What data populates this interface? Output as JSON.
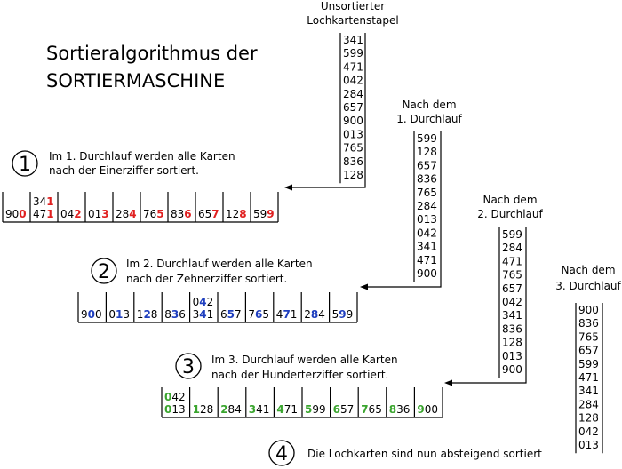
{
  "title": {
    "line1": "Sortieralgorithmus der",
    "line2": "SORTIERMASCHINE"
  },
  "colors": {
    "ones_digit": "#e02020",
    "tens_digit": "#1f3fbf",
    "hundreds_digit": "#3aa52e",
    "line": "#000000"
  },
  "stacks": [
    {
      "header": [
        "Unsortierter",
        "Lochkartenstapel"
      ],
      "cards": [
        "341",
        "599",
        "471",
        "042",
        "284",
        "657",
        "900",
        "013",
        "765",
        "836",
        "128"
      ]
    },
    {
      "header": [
        "Nach dem",
        "1. Durchlauf"
      ],
      "cards": [
        "599",
        "128",
        "657",
        "836",
        "765",
        "284",
        "013",
        "042",
        "341",
        "471",
        "900"
      ]
    },
    {
      "header": [
        "Nach dem",
        "2. Durchlauf"
      ],
      "cards": [
        "599",
        "284",
        "471",
        "765",
        "657",
        "042",
        "341",
        "836",
        "128",
        "013",
        "900"
      ]
    },
    {
      "header": [
        "Nach dem",
        "3. Durchlauf"
      ],
      "cards": [
        "900",
        "836",
        "765",
        "657",
        "599",
        "471",
        "341",
        "284",
        "128",
        "042",
        "013"
      ]
    }
  ],
  "passes": [
    {
      "step": "1",
      "text": [
        "Im 1. Durchlauf werden alle Karten",
        "nach der Einerziffer sortiert."
      ],
      "digit_index": 2,
      "bins": [
        [
          "900"
        ],
        [
          "341",
          "471"
        ],
        [
          "042"
        ],
        [
          "013"
        ],
        [
          "284"
        ],
        [
          "765"
        ],
        [
          "836"
        ],
        [
          "657"
        ],
        [
          "128"
        ],
        [
          "599"
        ]
      ]
    },
    {
      "step": "2",
      "text": [
        "Im 2. Durchlauf werden alle Karten",
        "nach der Zehnerziffer sortiert."
      ],
      "digit_index": 1,
      "bins": [
        [
          "900"
        ],
        [
          "013"
        ],
        [
          "128"
        ],
        [
          "836"
        ],
        [
          "042",
          "341"
        ],
        [
          "657"
        ],
        [
          "765"
        ],
        [
          "471"
        ],
        [
          "284"
        ],
        [
          "599"
        ]
      ]
    },
    {
      "step": "3",
      "text": [
        "Im 3. Durchlauf werden alle Karten",
        "nach der Hunderterziffer sortiert."
      ],
      "digit_index": 0,
      "bins": [
        [
          "042",
          "013"
        ],
        [
          "128"
        ],
        [
          "284"
        ],
        [
          "341"
        ],
        [
          "471"
        ],
        [
          "599"
        ],
        [
          "657"
        ],
        [
          "765"
        ],
        [
          "836"
        ],
        [
          "900"
        ]
      ]
    }
  ],
  "final": {
    "step": "4",
    "text": "Die Lochkarten sind nun absteigend sortiert"
  }
}
